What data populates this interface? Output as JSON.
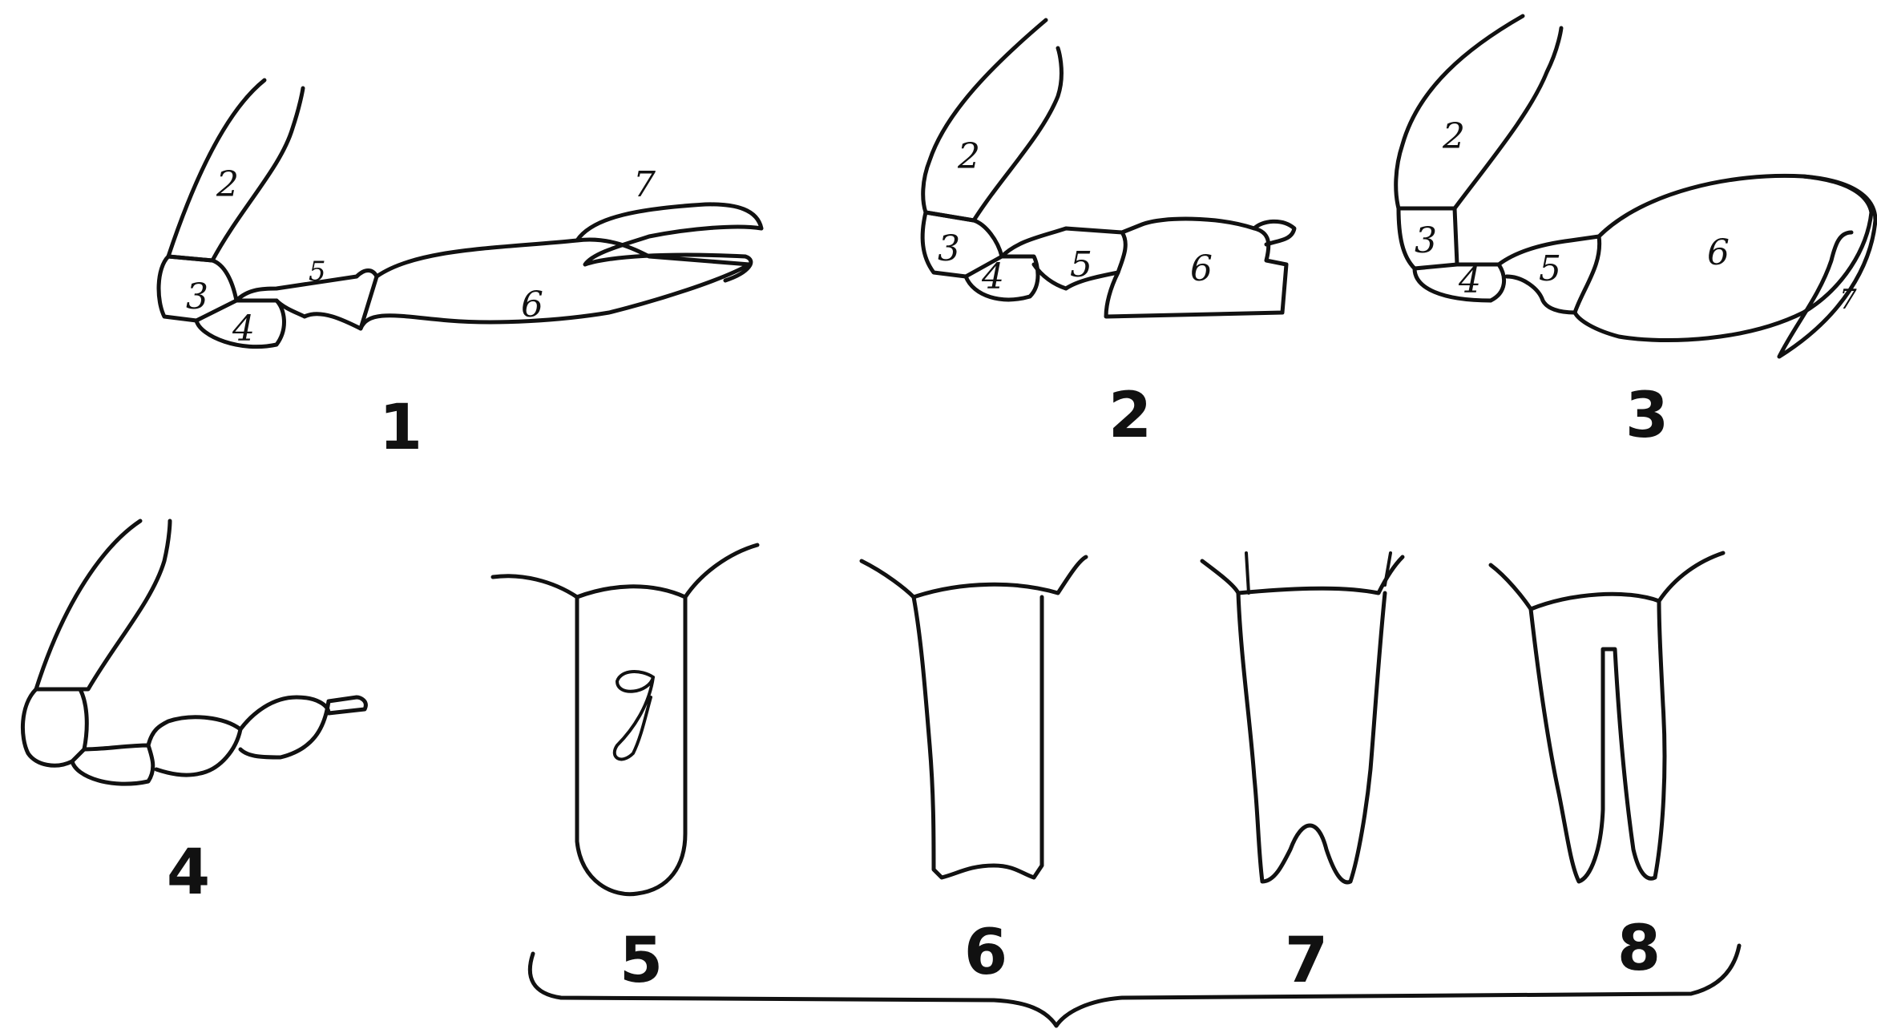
{
  "figures": [
    {
      "number": "1",
      "segments": [
        "2",
        "3",
        "4",
        "5",
        "6",
        "7"
      ]
    },
    {
      "number": "2",
      "segments": [
        "2",
        "3",
        "4",
        "5",
        "6"
      ]
    },
    {
      "number": "3",
      "segments": [
        "2",
        "3",
        "4",
        "5",
        "6",
        "7"
      ]
    },
    {
      "number": "4",
      "segments": []
    },
    {
      "number": "5",
      "segments": [
        "7"
      ]
    },
    {
      "number": "6",
      "segments": []
    },
    {
      "number": "7",
      "segments": []
    },
    {
      "number": "8",
      "segments": []
    }
  ]
}
